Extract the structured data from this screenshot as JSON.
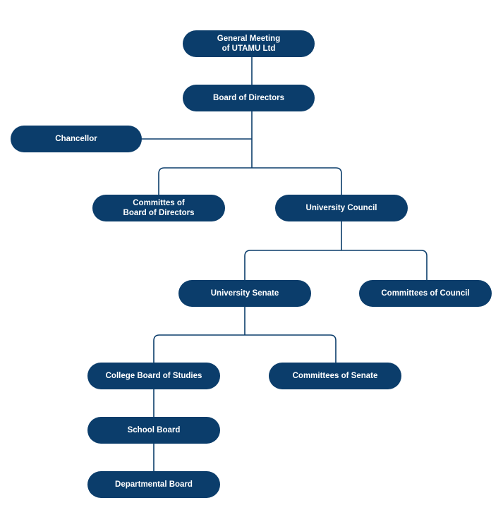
{
  "colors": {
    "node_fill": "#0b3d6b",
    "node_text": "#ffffff",
    "connector": "#0b3d6b",
    "background": "#ffffff"
  },
  "nodes": {
    "general_meeting": "General Meeting\nof UTAMU Ltd",
    "board_of_directors": "Board of Directors",
    "chancellor": "Chancellor",
    "committees_board": "Committes of\nBoard of Directors",
    "university_council": "University Council",
    "university_senate": "University Senate",
    "committees_council": "Committees of Council",
    "college_board": "College Board of Studies",
    "committees_senate": "Committees of Senate",
    "school_board": "School Board",
    "departmental_board": "Departmental Board"
  }
}
